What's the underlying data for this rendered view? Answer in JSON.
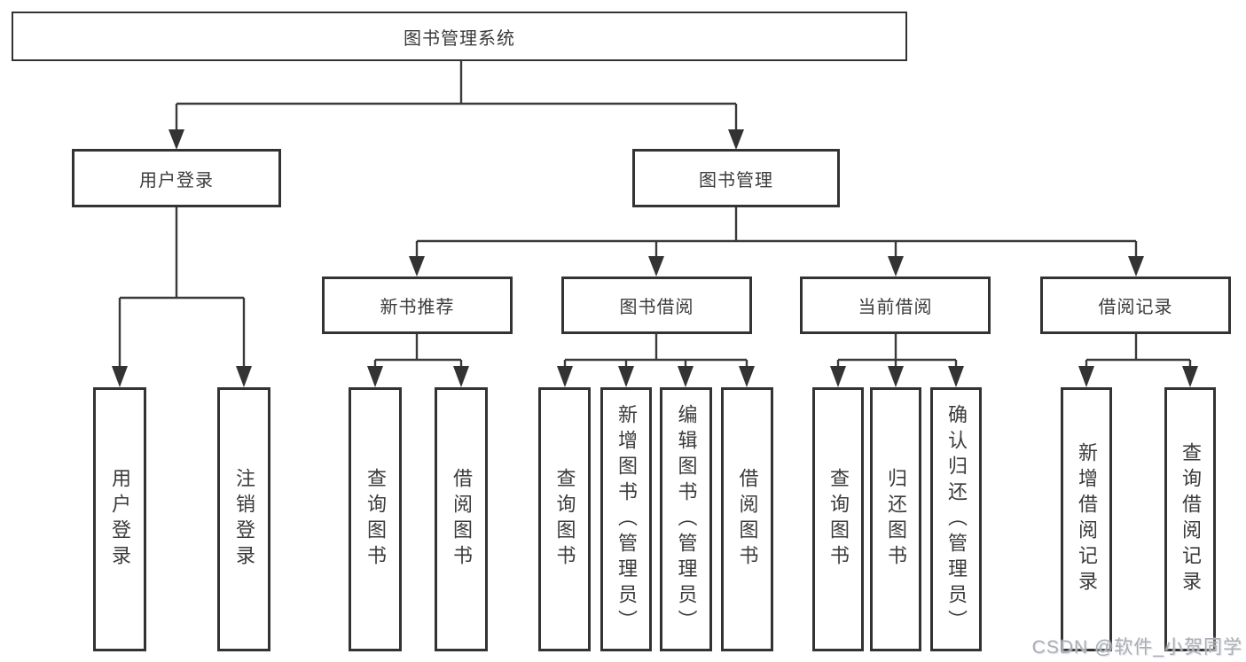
{
  "tree": {
    "root": {
      "label": "图书管理系统"
    },
    "user_login": {
      "label": "用户登录",
      "children": {
        "login": {
          "label": "用户登录"
        },
        "logout": {
          "label": "注销登录"
        }
      }
    },
    "book_management": {
      "label": "图书管理",
      "children": {
        "new_book_recommend": {
          "label": "新书推荐",
          "children": {
            "query_books": {
              "label": "查询图书"
            },
            "borrow_books": {
              "label": "借阅图书"
            }
          }
        },
        "book_borrow": {
          "label": "图书借阅",
          "children": {
            "query_books": {
              "label": "查询图书"
            },
            "add_books_admin": {
              "label": "新增图书（管理员）"
            },
            "edit_books_admin": {
              "label": "编辑图书（管理员）"
            },
            "borrow_books": {
              "label": "借阅图书"
            }
          }
        },
        "current_borrow": {
          "label": "当前借阅",
          "children": {
            "query_books": {
              "label": "查询图书"
            },
            "return_books": {
              "label": "归还图书"
            },
            "confirm_return_admin": {
              "label": "确认归还（管理员）"
            }
          }
        },
        "borrow_records": {
          "label": "借阅记录",
          "children": {
            "add_borrow_record": {
              "label": "新增借阅记录"
            },
            "query_borrow_record": {
              "label": "查询借阅记录"
            }
          }
        }
      }
    }
  },
  "watermark": {
    "text": "CSDN @软件_小贺同学"
  },
  "colors": {
    "line": "#3a3a3a",
    "box_border": "#333333",
    "text": "#3b3b3b",
    "watermark": "#a9aeb6",
    "background": "#ffffff"
  }
}
